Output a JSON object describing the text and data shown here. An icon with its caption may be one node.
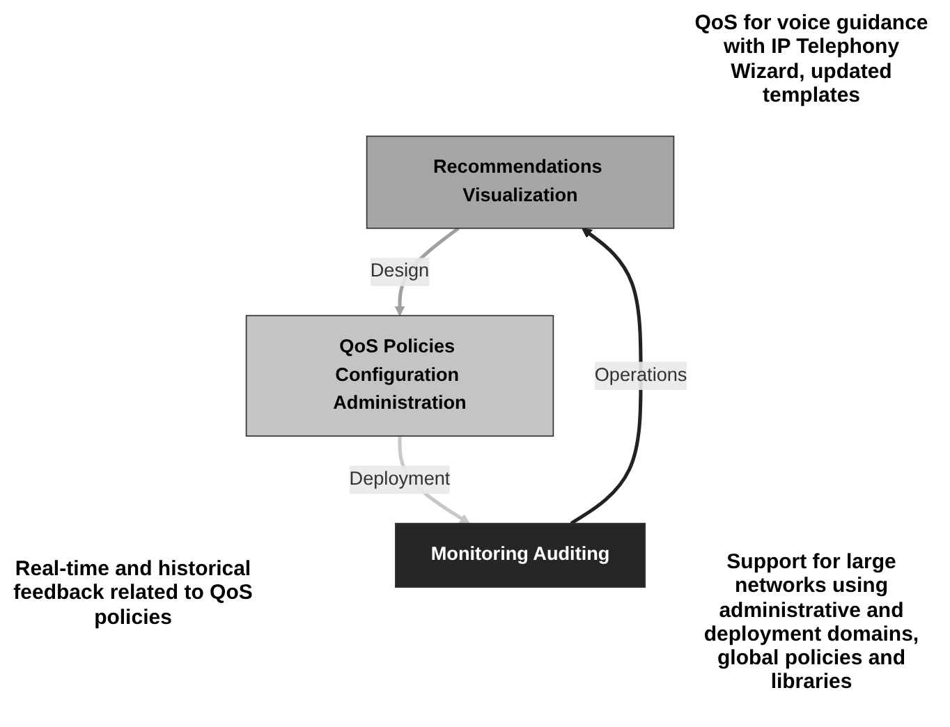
{
  "diagram": {
    "nodes": [
      {
        "text": [
          "Recommendations Visualization"
        ]
      },
      {
        "text": [
          "QoS Policies Configuration Administration"
        ]
      },
      {
        "text": [
          "Monitoring Auditing"
        ]
      }
    ],
    "edges": [
      {
        "from": 0,
        "to": 1,
        "arrow": "to",
        "label": "Design",
        "color": "#a0a0a0"
      },
      {
        "from": 1,
        "to": 2,
        "arrow": "to",
        "label": "Deployment",
        "color": "#c8c8c8"
      },
      {
        "from": 2,
        "to": 0,
        "arrow": "to",
        "label": "Operations",
        "color": "#222222"
      }
    ],
    "labels": [
      "QoS for voice guidance with IP Telephony Wizard, updated templates",
      "Real-time and historical feedback related to QoS policies",
      "Support for large networks using administrative and deployment domains, global policies and libraries"
    ]
  }
}
